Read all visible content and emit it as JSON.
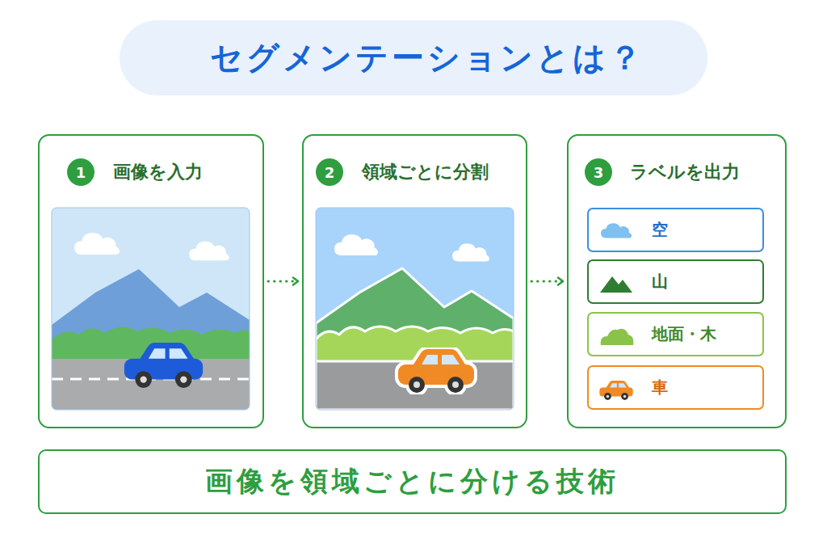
{
  "diagram": {
    "title": "セグメンテーションとは？",
    "nodes": [
      {
        "text": [
          "画像を入力"
        ]
      },
      {
        "text": [
          "1"
        ],
        "in": 0
      },
      {
        "text": [
          "領域ごとに分割"
        ]
      },
      {
        "text": [
          "2"
        ],
        "in": 2
      },
      {
        "text": [
          "ラベルを出力"
        ]
      },
      {
        "text": [
          "3"
        ],
        "in": 4
      },
      {
        "text": [
          "空"
        ],
        "in": 4
      },
      {
        "text": [
          "山"
        ],
        "in": 4
      },
      {
        "text": [
          "地面・木"
        ],
        "in": 4
      },
      {
        "text": [
          "車"
        ],
        "in": 4
      },
      {
        "text": [
          "画像を領域ごとに分ける技術"
        ]
      }
    ],
    "edges": [
      {
        "from": 0,
        "to": 2,
        "arrow": "to"
      },
      {
        "from": 2,
        "to": 4,
        "arrow": "to"
      }
    ]
  }
}
